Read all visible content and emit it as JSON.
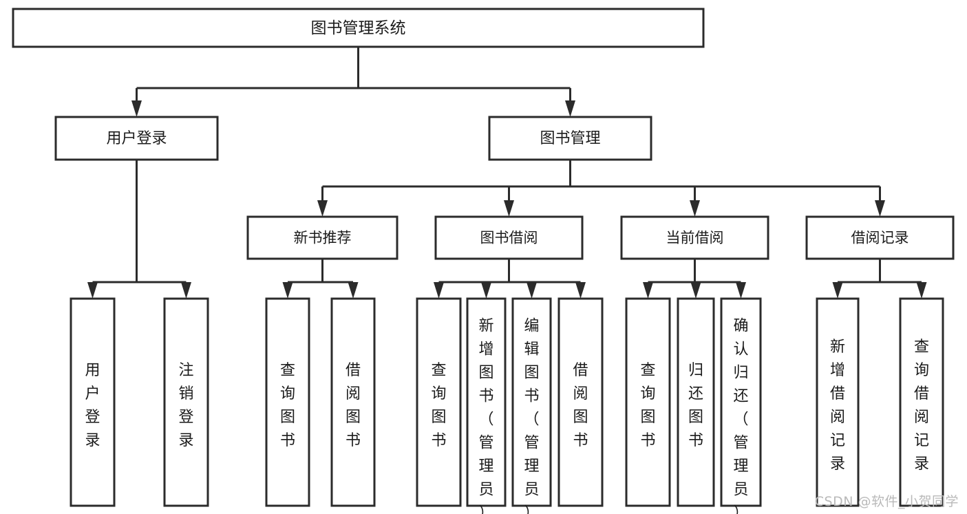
{
  "diagram": {
    "title": "图书管理系统",
    "type": "tree",
    "orientation": "top-down",
    "colors": {
      "box_stroke": "#2b2b2b",
      "box_fill": "#ffffff",
      "connector": "#2b2b2b",
      "text": "#1b1b1b",
      "background": "#ffffff",
      "watermark": "#b9b9b9"
    },
    "root": {
      "label": "图书管理系统",
      "text_orientation": "horizontal"
    },
    "level1": [
      {
        "label": "用户登录",
        "text_orientation": "horizontal"
      },
      {
        "label": "图书管理",
        "text_orientation": "horizontal"
      }
    ],
    "level2": [
      {
        "label": "新书推荐",
        "parent": "图书管理",
        "text_orientation": "horizontal"
      },
      {
        "label": "图书借阅",
        "parent": "图书管理",
        "text_orientation": "horizontal"
      },
      {
        "label": "当前借阅",
        "parent": "图书管理",
        "text_orientation": "horizontal"
      },
      {
        "label": "借阅记录",
        "parent": "图书管理",
        "text_orientation": "horizontal"
      }
    ],
    "leaves": {
      "用户登录": [
        {
          "label": "用户登录",
          "chars": [
            "用",
            "户",
            "登",
            "录"
          ],
          "text_orientation": "vertical"
        },
        {
          "label": "注销登录",
          "chars": [
            "注",
            "销",
            "登",
            "录"
          ],
          "text_orientation": "vertical"
        }
      ],
      "新书推荐": [
        {
          "label": "查询图书",
          "chars": [
            "查",
            "询",
            "图",
            "书"
          ],
          "text_orientation": "vertical"
        },
        {
          "label": "借阅图书",
          "chars": [
            "借",
            "阅",
            "图",
            "书"
          ],
          "text_orientation": "vertical"
        }
      ],
      "图书借阅": [
        {
          "label": "查询图书",
          "chars": [
            "查",
            "询",
            "图",
            "书"
          ],
          "text_orientation": "vertical"
        },
        {
          "label": "新增图书（管理员）",
          "chars": [
            "新",
            "增",
            "图",
            "书",
            "（",
            "管",
            "理",
            "员",
            "）"
          ],
          "text_orientation": "vertical"
        },
        {
          "label": "编辑图书（管理员）",
          "chars": [
            "编",
            "辑",
            "图",
            "书",
            "（",
            "管",
            "理",
            "员",
            "）"
          ],
          "text_orientation": "vertical"
        },
        {
          "label": "借阅图书",
          "chars": [
            "借",
            "阅",
            "图",
            "书"
          ],
          "text_orientation": "vertical"
        }
      ],
      "当前借阅": [
        {
          "label": "查询图书",
          "chars": [
            "查",
            "询",
            "图",
            "书"
          ],
          "text_orientation": "vertical"
        },
        {
          "label": "归还图书",
          "chars": [
            "归",
            "还",
            "图",
            "书"
          ],
          "text_orientation": "vertical"
        },
        {
          "label": "确认归还（管理员）",
          "chars": [
            "确",
            "认",
            "归",
            "还",
            "（",
            "管",
            "理",
            "员",
            "）"
          ],
          "text_orientation": "vertical"
        }
      ],
      "借阅记录": [
        {
          "label": "新增借阅记录",
          "chars": [
            "新",
            "增",
            "借",
            "阅",
            "记",
            "录"
          ],
          "text_orientation": "vertical"
        },
        {
          "label": "查询借阅记录",
          "chars": [
            "查",
            "询",
            "借",
            "阅",
            "记",
            "录"
          ],
          "text_orientation": "vertical"
        }
      ]
    }
  },
  "watermark": {
    "text": "CSDN @软件_小贺同学"
  }
}
